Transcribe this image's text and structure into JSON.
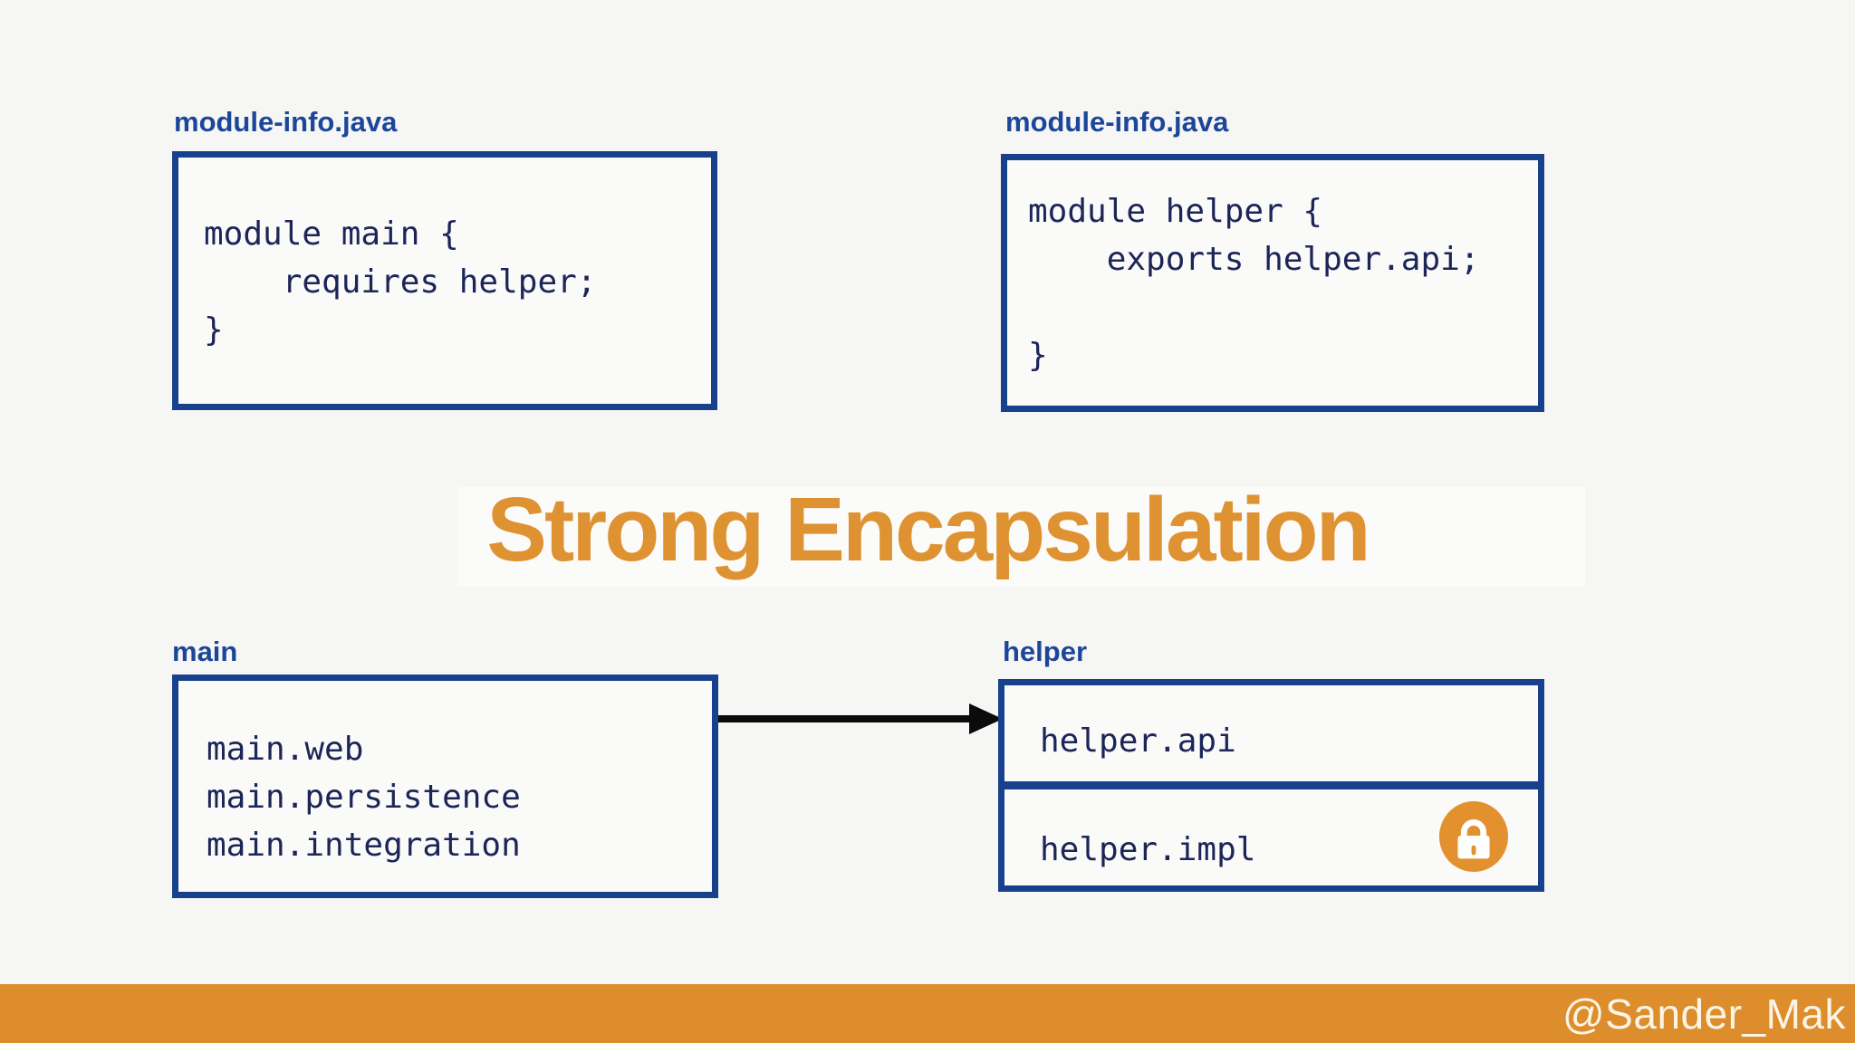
{
  "colors": {
    "background": "#F6F6F4",
    "box_fill": "#FAFAF9",
    "border_blue": "#17418C",
    "label_blue": "#1C4699",
    "code_navy": "#1C2557",
    "title_orange": "#DE9231",
    "footer_orange": "#DD8D2B",
    "arrow_black": "#0B0B0B",
    "lock_orange": "#E2912E"
  },
  "title": "Strong Encapsulation",
  "top_left_module": {
    "filename_label": "module-info.java",
    "code": "module main {\n    requires helper;\n}"
  },
  "top_right_module": {
    "filename_label": "module-info.java",
    "code": "module helper {\n    exports helper.api;\n\n}"
  },
  "bottom_left_module": {
    "name_label": "main",
    "packages": [
      "main.web",
      "main.persistence",
      "main.integration"
    ]
  },
  "bottom_right_module": {
    "name_label": "helper",
    "exported_package": "helper.api",
    "hidden_package": "helper.impl"
  },
  "icons": {
    "lock": "padlock-icon"
  },
  "footer": {
    "handle": "@Sander_Mak"
  }
}
